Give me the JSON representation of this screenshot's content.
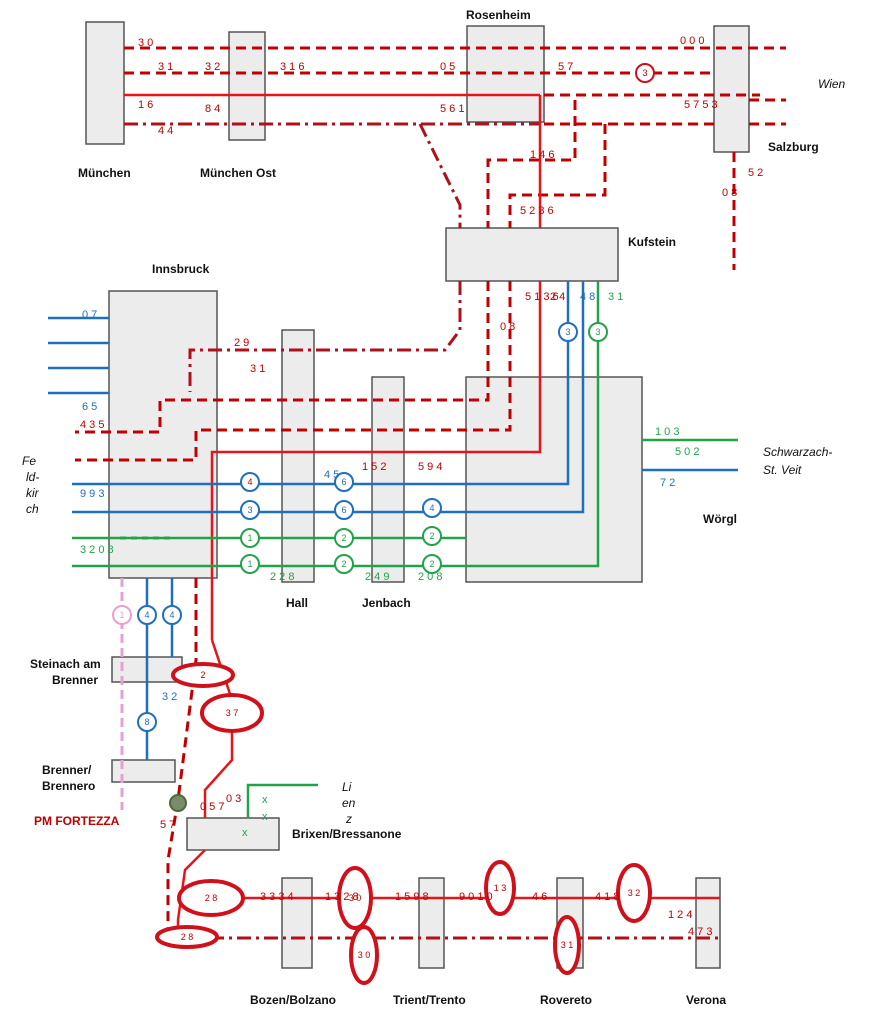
{
  "stations": {
    "muenchen": "München",
    "muenchen_ost": "München Ost",
    "rosenheim": "Rosenheim",
    "salzburg": "Salzburg",
    "kufstein": "Kufstein",
    "innsbruck": "Innsbruck",
    "hall": "Hall",
    "jenbach": "Jenbach",
    "woergl": "Wörgl",
    "steinach_line1": "Steinach am",
    "steinach_line2": "Brenner",
    "brenner_line1": "Brenner/",
    "brenner_line2": "Brennero",
    "brixen": "Brixen/Bressanone",
    "bozen": "Bozen/Bolzano",
    "trient": "Trient/Trento",
    "rovereto": "Rovereto",
    "verona": "Verona"
  },
  "outer_labels": {
    "wien": "Wien",
    "schwarzach_line1": "Schwarzach-",
    "schwarzach_line2": "St. Veit",
    "feldkirch_line1": "Fe",
    "feldkirch_line2": "ld-",
    "feldkirch_line3": "kir",
    "feldkirch_line4": "ch",
    "lienz_line1": "Li",
    "lienz_line2": "en",
    "lienz_line3": "z",
    "pm_fortezza": "PM FORTEZZA"
  },
  "signal_markers": {
    "rosenheim_salzburg": "3",
    "kufstein_blue": "3",
    "kufstein_green": "3",
    "innsbruck_blue_top": "4",
    "innsbruck_blue_2": "3",
    "innsbruck_green_1": "1",
    "innsbruck_green_2": "1",
    "hall_blue_1": "6",
    "hall_blue_2": "6",
    "hall_green_1": "2",
    "hall_green_2": "2",
    "jenbach_blue": "4",
    "jenbach_green_1": "2",
    "jenbach_green_2": "2",
    "steinach_pink": "1",
    "steinach_blue_1": "4",
    "steinach_blue_2": "4",
    "brenner_blue": "8",
    "ellipse_1": "2",
    "ellipse_2": "3 7",
    "ellipse_brixen": "2 8",
    "ellipse_fortezza": "2 8",
    "ellipse_bozen": "3 0",
    "ellipse_bozen_low": "3 0",
    "ellipse_trient": "1 3",
    "ellipse_rovereto": "3 1",
    "ellipse_verona": "3 2"
  },
  "track_counts": {
    "muenchen_1": "3 0",
    "muenchen_2": "3 1",
    "muenchen_3": "1 6",
    "muenchen_4": "4 4",
    "muenchen_ost_1": "3 2",
    "muenchen_ost_2": "8 4",
    "muenchen_ost_3": "3 1 6",
    "rosenheim_1": "0 5",
    "rosenheim_2": "5 6 1",
    "rosenheim_3": "5 7",
    "salzburg_1": "0 0 0",
    "salzburg_2": "5 7 5 3",
    "salzburg_3": "0 8",
    "salzburg_4": "5 2",
    "kufstein_1": "1 4 6",
    "kufstein_2": "5 2 3 6",
    "kufstein_3": "5 1 3 6",
    "kufstein_4": "0 8",
    "kufstein_5": "2 4",
    "kufstein_6": "4 8",
    "kufstein_7": "3 1",
    "woergl_1": "1 0 3",
    "woergl_2": "5 0 2",
    "woergl_3": "7 2",
    "innsbruck_blue_1": "0 7",
    "innsbruck_blue_2": "6 5",
    "innsbruck_left_1": "4 3 5",
    "innsbruck_left_2": "9 9 3",
    "innsbruck_left_3": "3 2 0 8",
    "innsbruck_red_1": "2 9",
    "innsbruck_red_2": "3 1",
    "hall_1": "4 5",
    "hall_2": "2 2 8",
    "jenbach_1": "1 5 2",
    "jenbach_2": "2 4 9",
    "woergl_left_1": "5 9 4",
    "woergl_left_2": "2 0 8",
    "steinach_1": "3 2",
    "brenner_1": "5 7",
    "brixen_1": "0 5 7",
    "brixen_2": "0 3",
    "bozen_1": "3 3 3 4",
    "bozen_2": "1 3 2 8",
    "trient_1": "1 5 9 8",
    "trient_2": "9 0 1 0",
    "rovereto_1": "4 6",
    "rovereto_2": "4 1 8",
    "verona_1": "1 2 4",
    "verona_2": "4 7 3"
  },
  "marks": {
    "lienz_x1": "x",
    "lienz_x2": "x",
    "lienz_x3": "x"
  },
  "colors": {
    "red": "#e8141c",
    "dark_red": "#b0101a",
    "blue": "#1f6fc1",
    "green": "#22a34a",
    "pink": "#e8a0d0",
    "station_fill": "#ececec"
  }
}
